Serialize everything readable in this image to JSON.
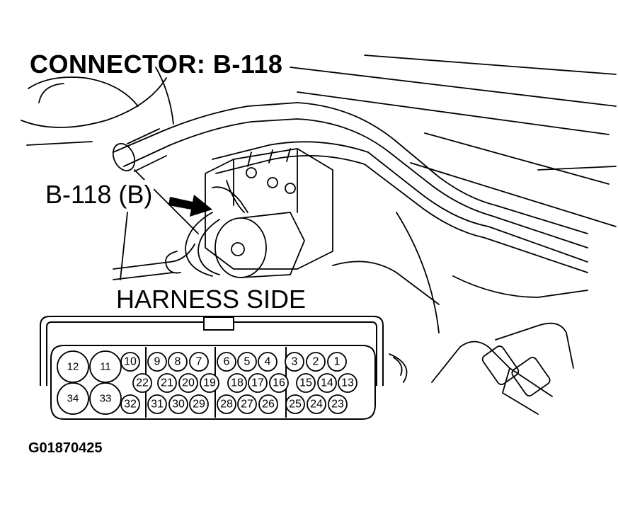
{
  "title": "CONNECTOR: B-118",
  "callout_label": "B-118 (B)",
  "view_label": "HARNESS SIDE",
  "figure_id": "G01870425",
  "connector": {
    "pins_top_left": [
      "12",
      "11",
      "10"
    ],
    "pins_top_mid1": [
      "9",
      "8",
      "7"
    ],
    "pins_top_mid2": [
      "6",
      "5",
      "4"
    ],
    "pins_top_right": [
      "3",
      "2",
      "1"
    ],
    "pins_mid": [
      "22",
      "21",
      "20",
      "19",
      "18",
      "17",
      "16",
      "15",
      "14",
      "13"
    ],
    "pins_bottom_left": [
      "34",
      "33",
      "32"
    ],
    "pins_bottom_rest": [
      "31",
      "30",
      "29",
      "28",
      "27",
      "26",
      "25",
      "24",
      "23"
    ]
  }
}
